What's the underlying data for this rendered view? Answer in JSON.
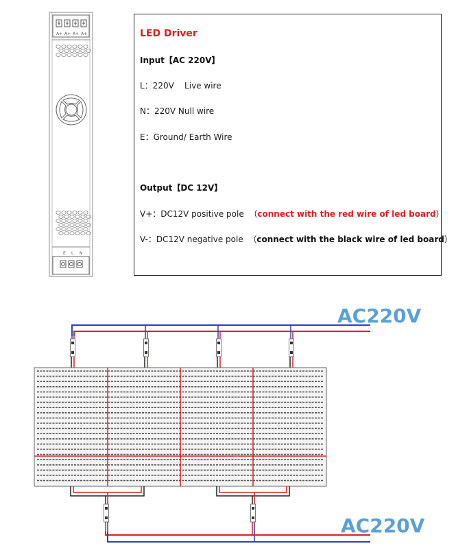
{
  "info_box": {
    "title": "LED Driver",
    "input_heading": "Input【AC 220V】",
    "input_lines": [
      "L：220V    Live wire",
      "N：220V Null wire",
      "E：Ground/ Earth Wire"
    ],
    "output_heading": "Output【DC 12V】",
    "output_vplus_label": "V+：DC12V positive pole  （",
    "output_vplus_note": "connect with the red wire of led board",
    "output_vplus_close": "）",
    "output_vminus_label": "V-：DC12V negative pole  （",
    "output_vminus_note": "connect with the black wire of led board",
    "output_vminus_close": "）"
  },
  "driver_drawing": {
    "top_terminal_labels": [
      "A+",
      "A+",
      "A+",
      "A+"
    ],
    "bottom_terminal_labels": [
      "E",
      "L",
      "N"
    ]
  },
  "wiring": {
    "top_supply_label": "AC220V",
    "bottom_supply_label": "AC220V",
    "colors": {
      "live_wire": "#e01e1e",
      "neutral_wire": "#2a3fbf",
      "ac_label": "#5aa0d8",
      "driver_body": "#777777"
    }
  }
}
